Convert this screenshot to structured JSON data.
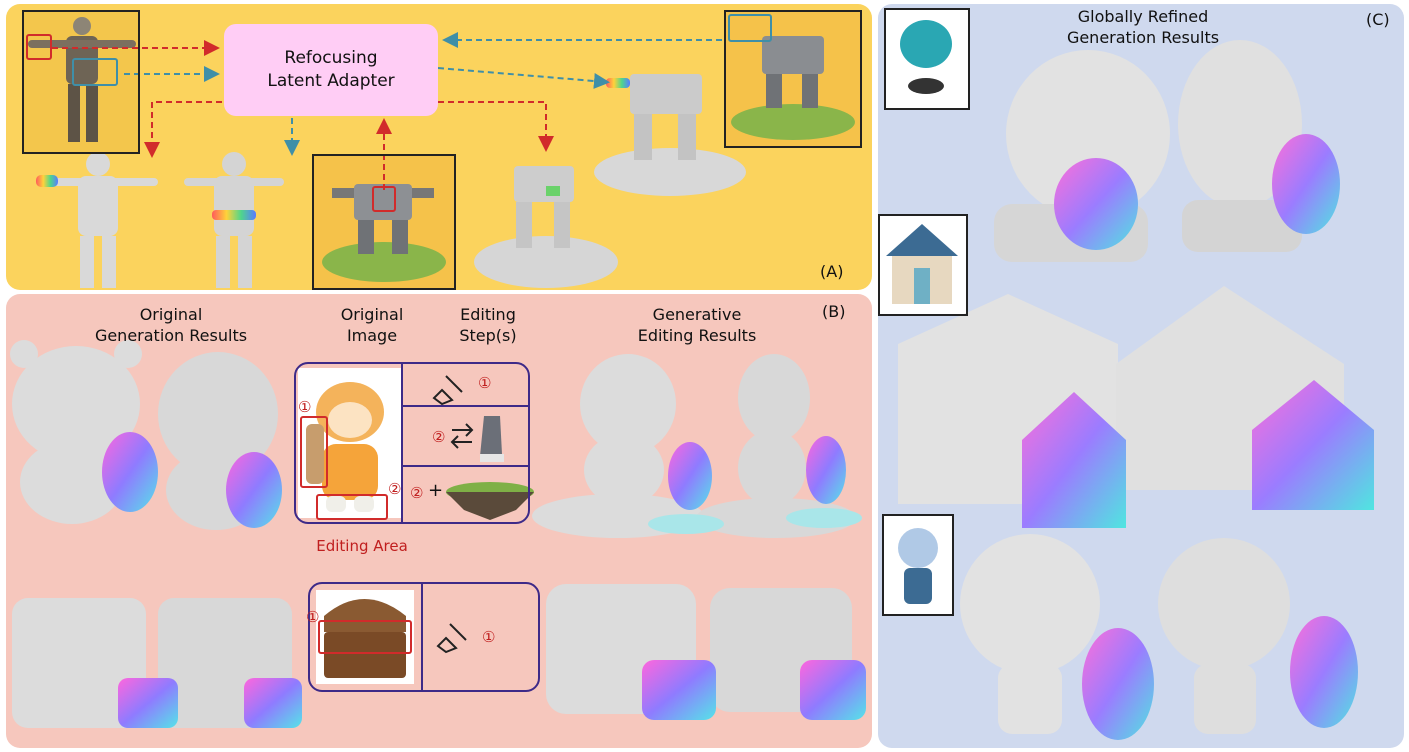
{
  "panel_a": {
    "tag": "(A)",
    "adapter_label": "Refocusing\nLatent Adapter",
    "colors": {
      "background": "#fbd35d",
      "adapter": "#ffcdf5",
      "red_arrow": "#d12b2b",
      "blue_arrow": "#3f8fa8"
    }
  },
  "panel_b": {
    "tag": "(B)",
    "headers": {
      "original_results": "Original\nGeneration Results",
      "original_image": "Original\nImage",
      "editing_steps": "Editing\nStep(s)",
      "editing_results": "Generative\nEditing Results"
    },
    "editing_area_label": "Editing Area",
    "step_markers": {
      "one": "①",
      "two": "②"
    },
    "colors": {
      "background": "#f6c7bd",
      "box_border": "#3d2a88",
      "marker": "#c01f1f"
    }
  },
  "panel_c": {
    "tag": "(C)",
    "title": "Globally Refined\nGeneration Results",
    "colors": {
      "background": "#cfd9ee"
    }
  }
}
